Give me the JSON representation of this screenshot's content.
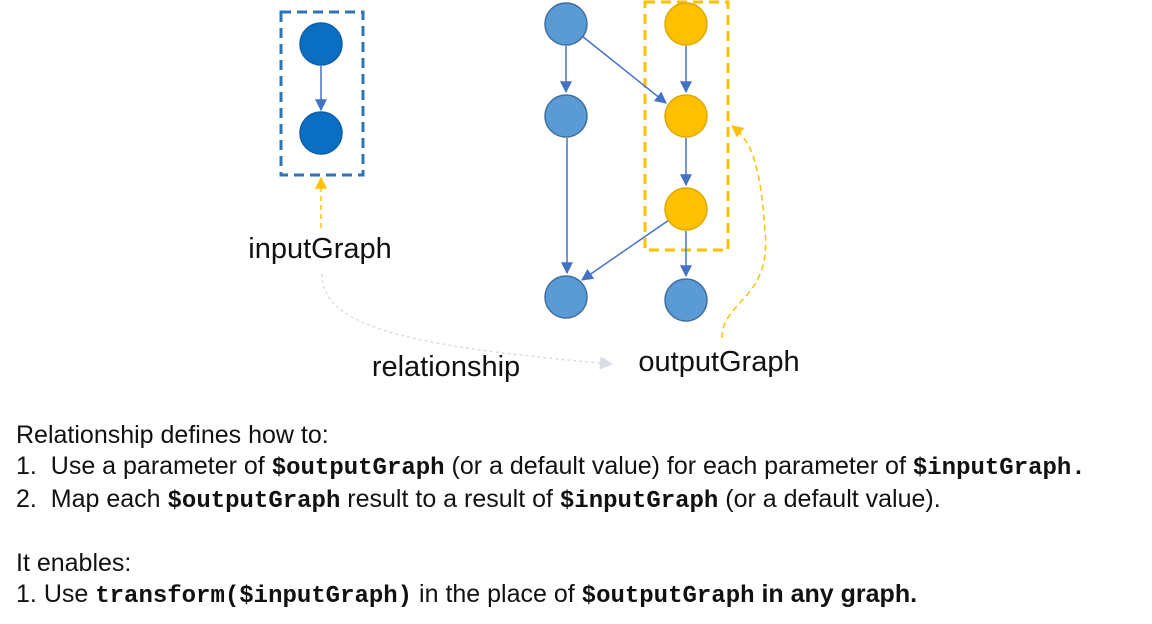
{
  "diagram": {
    "input_label": "inputGraph",
    "relationship_label": "relationship",
    "output_label": "outputGraph"
  },
  "colors": {
    "input_node": "#0a6fc2",
    "graph_node": "#5b9bd5",
    "output_node": "#ffc000",
    "node_stroke": "#3f6f9f",
    "edge": "#4472c4",
    "input_box": "#2e75b6",
    "output_box": "#ffc000",
    "relationship_arrow": "#d9dde6"
  },
  "text": {
    "intro": "Relationship defines how to:",
    "item1": {
      "num": "1.",
      "a": "Use a parameter of",
      "code1": "$outputGraph",
      "b": "(or a default value) for each parameter of",
      "code2": "$inputGraph."
    },
    "item2": {
      "num": "2.",
      "a": "Map each",
      "code1": "$outputGraph",
      "b": "result to a result of",
      "code2": "$inputGraph",
      "c": "(or a default value)."
    },
    "enables": "It enables:",
    "item3": {
      "num": "1.",
      "a": "Use",
      "code1": "transform($inputGraph)",
      "b": "in the place of",
      "code2": "$outputGraph",
      "c": "in any graph."
    }
  }
}
